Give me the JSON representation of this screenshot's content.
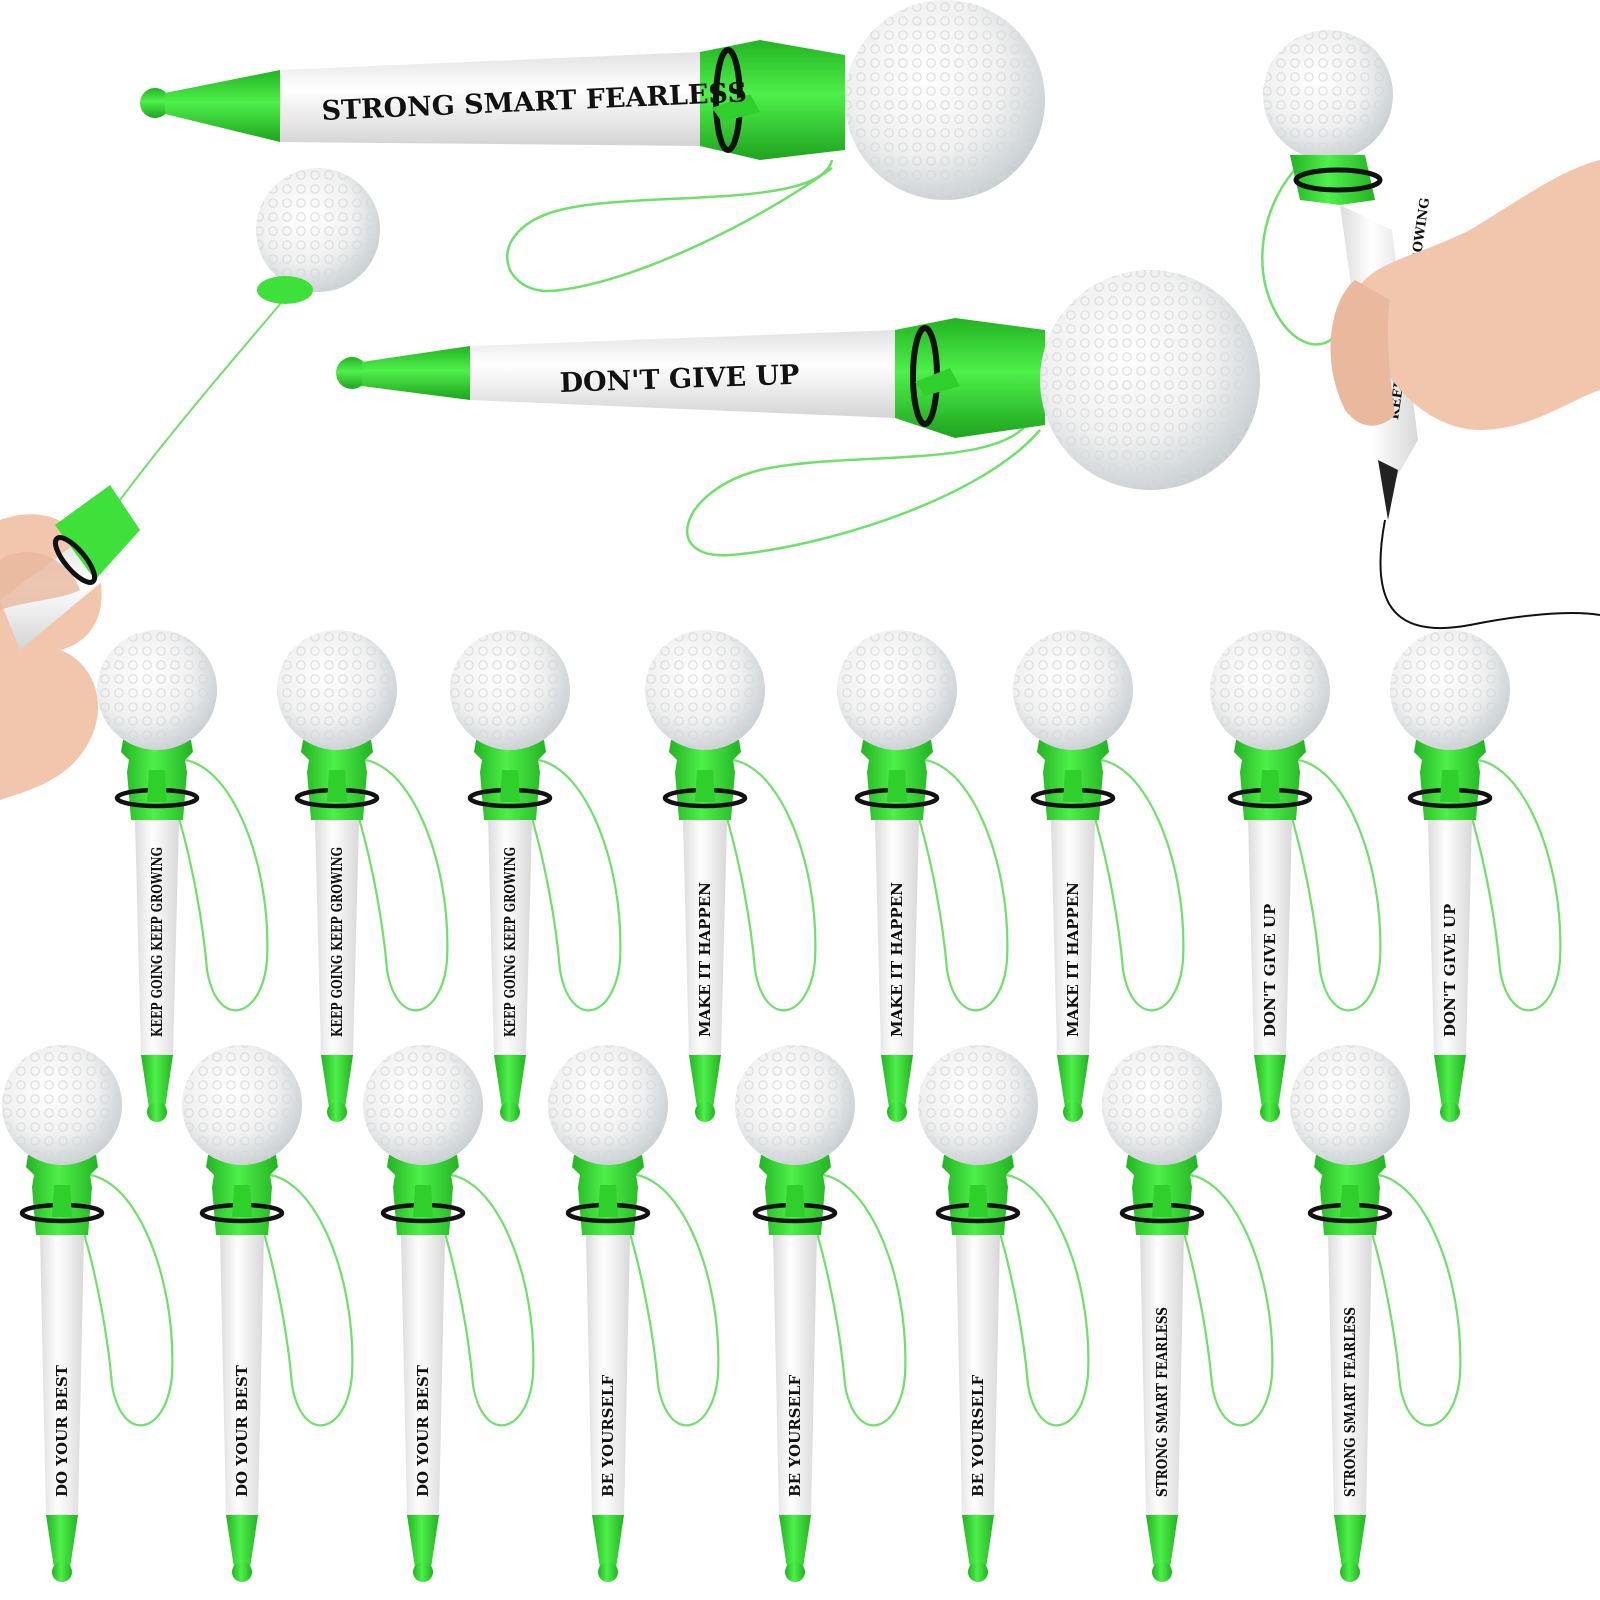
{
  "colors": {
    "pen_green": "#3ee03a",
    "pen_green_dark": "#22b322",
    "barrel_white": "#fafafa",
    "ring": "#111111",
    "ball_white": "#f5f5f5",
    "ball_shadow": "#c9cfd2",
    "string": "#6fe06a",
    "skin": "#f1c6ad",
    "ink_line": "#111111"
  },
  "large_pens": [
    {
      "slogan": "STRONG SMART FEARLESS"
    },
    {
      "slogan": "DON'T GIVE UP"
    }
  ],
  "hand_pen": {
    "slogan": "KEEP GOING KEEP GROWING"
  },
  "row1_pens": [
    {
      "slogan": "KEEP GOING KEEP GROWING"
    },
    {
      "slogan": "KEEP GOING KEEP GROWING"
    },
    {
      "slogan": "KEEP GOING KEEP GROWING"
    },
    {
      "slogan": "MAKE IT HAPPEN"
    },
    {
      "slogan": "MAKE IT HAPPEN"
    },
    {
      "slogan": "MAKE IT HAPPEN"
    },
    {
      "slogan": "DON'T GIVE UP"
    },
    {
      "slogan": "DON'T GIVE UP"
    }
  ],
  "row2_pens": [
    {
      "slogan": "DO YOUR BEST"
    },
    {
      "slogan": "DO YOUR BEST"
    },
    {
      "slogan": "DO YOUR BEST"
    },
    {
      "slogan": "BE YOURSELF"
    },
    {
      "slogan": "BE YOURSELF"
    },
    {
      "slogan": "BE YOURSELF"
    },
    {
      "slogan": "STRONG SMART FEARLESS"
    },
    {
      "slogan": "STRONG SMART FEARLESS"
    }
  ]
}
